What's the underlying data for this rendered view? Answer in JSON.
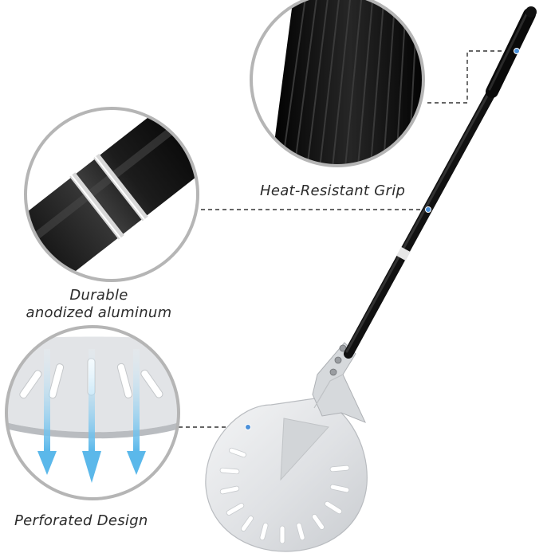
{
  "callouts": {
    "grip": {
      "label": "Heat-Resistant Grip"
    },
    "aluminum": {
      "label_line1": "Durable",
      "label_line2": "anodized aluminum"
    },
    "perforated": {
      "label": "Perforated Design"
    }
  },
  "colors": {
    "handle": "#151515",
    "metal": "#d9dcdf",
    "circle_border": "#b5b5b5",
    "leader_line": "#333333",
    "anchor_dot": "#4a90d9",
    "arrow": "#7cc6ee",
    "label_text": "#2b2b2b"
  }
}
